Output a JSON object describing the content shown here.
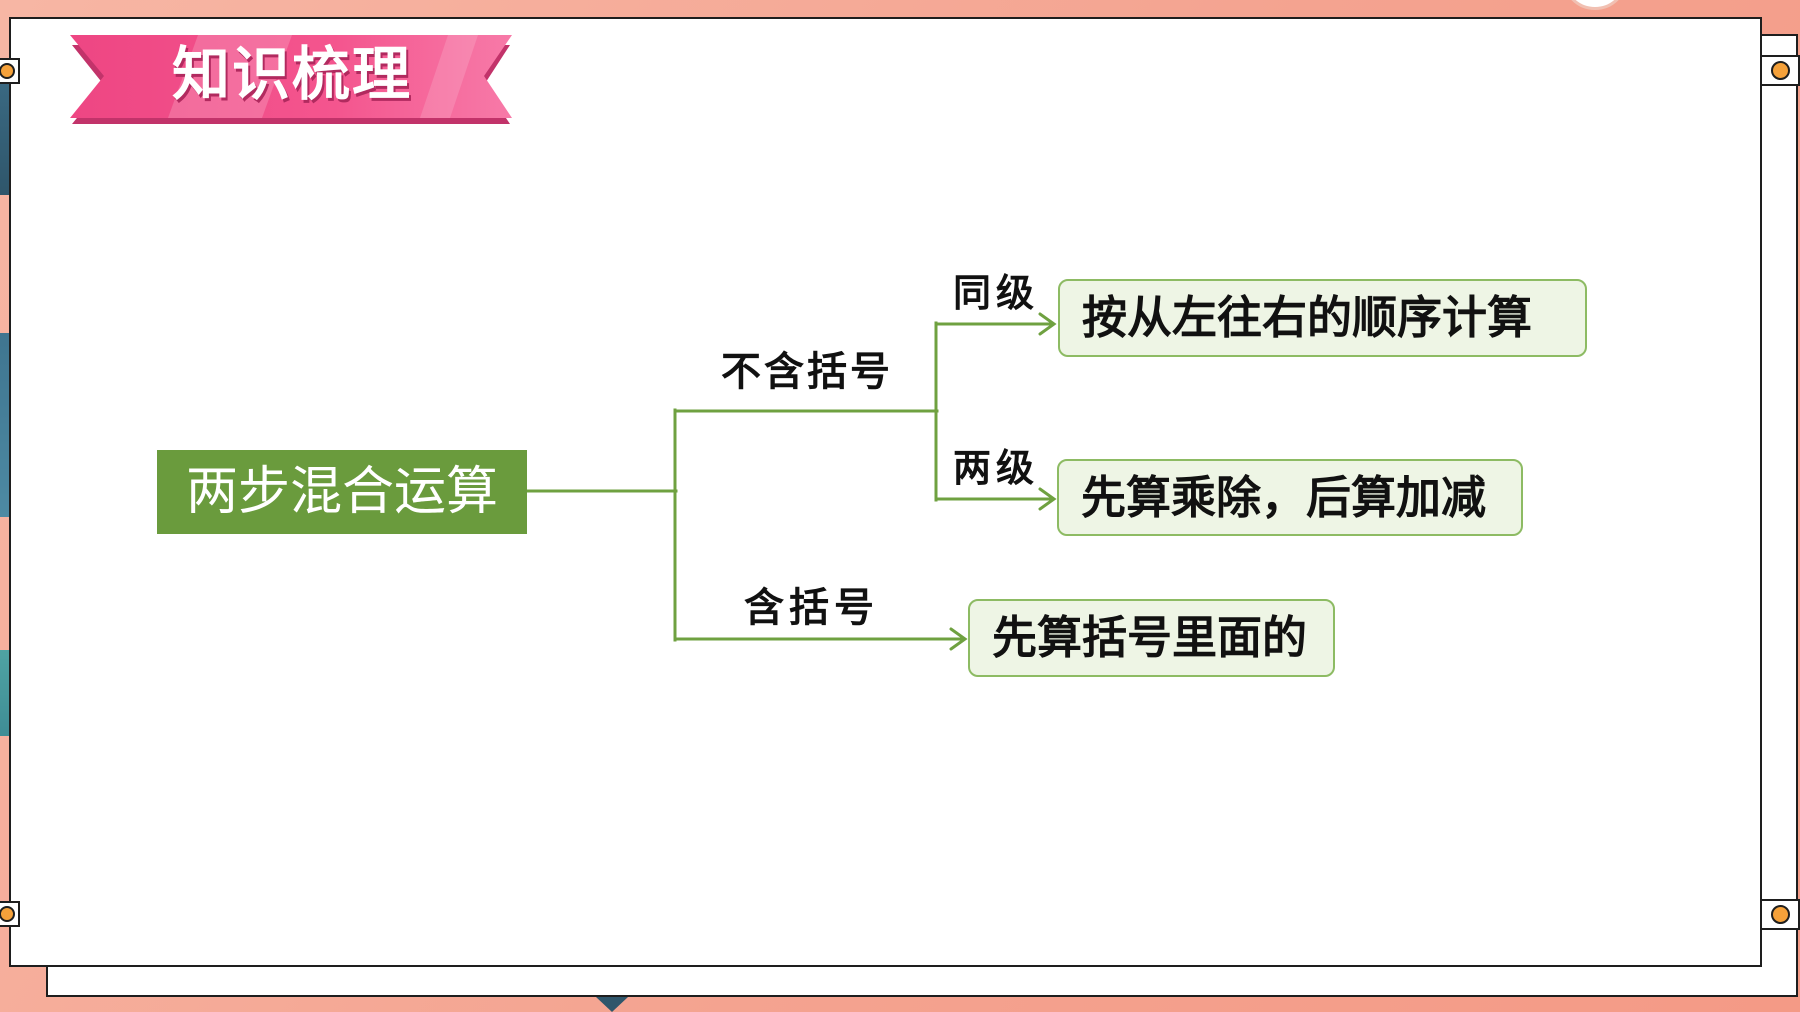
{
  "slide": {
    "title": "知识梳理"
  },
  "mindmap": {
    "root": "两步混合运算",
    "without_parentheses": {
      "label": "不含括号",
      "same_level": {
        "label": "同级",
        "rule": "按从左往右的顺序计算"
      },
      "two_levels": {
        "label": "两级",
        "rule": "先算乘除，后算加减"
      }
    },
    "with_parentheses": {
      "label": "含括号",
      "rule": "先算括号里面的"
    }
  },
  "colors": {
    "root_box": "#6a9b3d",
    "connector": "#6fa140",
    "rule_box_fill": "#eef5e5",
    "rule_box_border": "#8dbb63",
    "banner": "#f4558e",
    "background": "#f4a390"
  }
}
